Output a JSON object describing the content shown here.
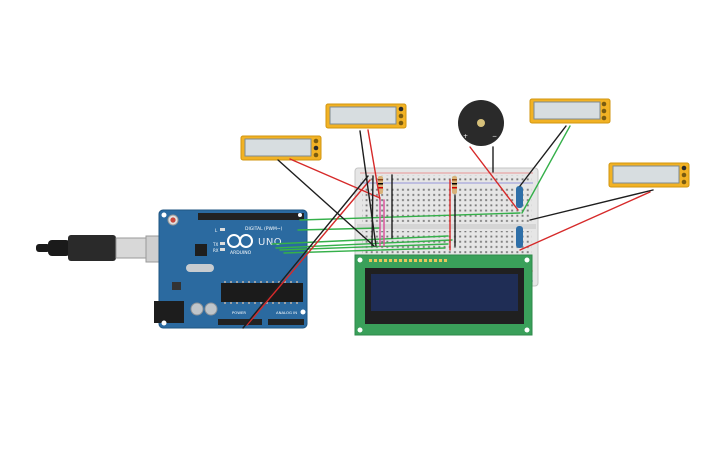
{
  "arduino": {
    "digital_label": "DIGITAL (PWM~)",
    "analog_label": "ANALOG IN",
    "brand_label": "ARDUINO",
    "model_label": "UNO",
    "power_label": "POWER",
    "tx_label": "TX",
    "rx_label": "RX",
    "l_label": "L",
    "colors": {
      "board": "#2b6aa0",
      "board_edge": "#1f5582",
      "header": "#222222"
    }
  },
  "buzzer": {
    "plus_label": "+",
    "minus_label": "−",
    "color": "#2a2a2a"
  },
  "sensors": [
    {
      "id": "sensor-1"
    },
    {
      "id": "sensor-2"
    },
    {
      "id": "sensor-3"
    },
    {
      "id": "sensor-4"
    }
  ],
  "lcd": {
    "pin_count": 16,
    "colors": {
      "pcb": "#3aa05a",
      "screen": "#1f2d55"
    }
  },
  "wire_colors": {
    "red": "#d62a2a",
    "black": "#1e1e1e",
    "green": "#35b04a",
    "pink": "#d94d9a"
  }
}
